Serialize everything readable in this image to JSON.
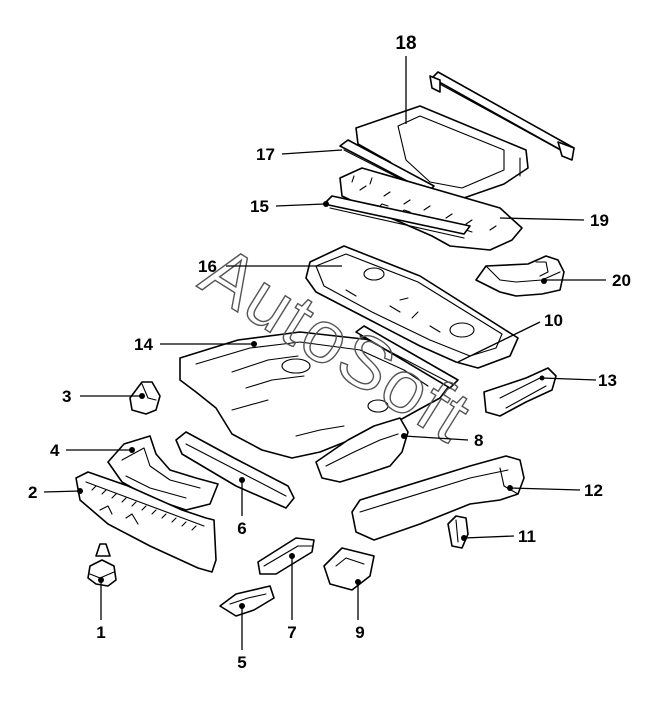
{
  "watermark": "AutoSoft",
  "callouts": {
    "c1": "1",
    "c2": "2",
    "c3": "3",
    "c4": "4",
    "c5": "5",
    "c6": "6",
    "c7": "7",
    "c8": "8",
    "c9": "9",
    "c10": "10",
    "c11": "11",
    "c12": "12",
    "c13": "13",
    "c14": "14",
    "c15": "15",
    "c16": "16",
    "c17": "17",
    "c18": "18",
    "c19": "19",
    "c20": "20"
  }
}
